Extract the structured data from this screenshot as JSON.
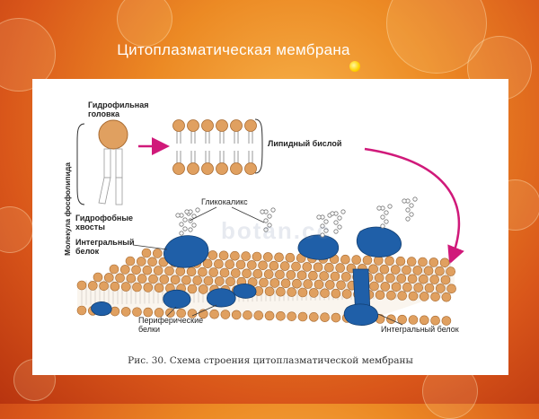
{
  "slide": {
    "title": "Цитоплазматическая  мембрана"
  },
  "diagram": {
    "vertical_label": "Молекула фосфолипида",
    "labels": {
      "hydrophilic_head_1": "Гидрофильная",
      "hydrophilic_head_2": "головка",
      "hydrophobic_tails_1": "Гидрофобные",
      "hydrophobic_tails_2": "хвосты",
      "lipid_bilayer": "Липидный бислой",
      "glycocalyx": "Гликокаликс",
      "integral_protein_left_1": "Интегральный",
      "integral_protein_left_2": "белок",
      "peripheral_proteins_1": "Периферические",
      "peripheral_proteins_2": "белки",
      "integral_protein_right": "Интегральный белок",
      "watermark": "botan.cc"
    },
    "caption": "Рис. 30. Схема строения цитоплазматической мембраны"
  },
  "colors": {
    "lipid_head": "#e0a060",
    "protein": "#1f5fa8",
    "arrow": "#d0197a"
  }
}
